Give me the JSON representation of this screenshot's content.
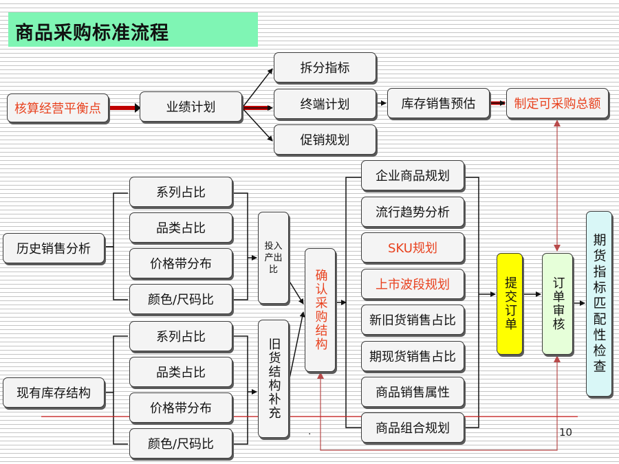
{
  "title": "商品采购标准流程",
  "row1": {
    "balance": "核算经营平衡点",
    "plan": "业绩计划",
    "split": "拆分指标",
    "terminal": "终端计划",
    "promo": "促销规划",
    "inventory_forecast": "库存销售预估",
    "purchase_total": "制定可采购总额"
  },
  "history": {
    "label": "历史销售分析",
    "items": [
      "系列占比",
      "品类占比",
      "价格带分布",
      "颜色/尺码比"
    ]
  },
  "stock": {
    "label": "现有库存结构",
    "items": [
      "系列占比",
      "品类占比",
      "价格带分布",
      "颜色/尺码比"
    ]
  },
  "io_ratio": "投入产出比",
  "old_stock": "旧货结构补充",
  "confirm": "确认采购结构",
  "planning": [
    "企业商品规划",
    "流行趋势分析",
    "SKU规划",
    "上市波段规划",
    "新旧货销售占比",
    "期现货销售占比",
    "商品销售属性",
    "商品组合规划"
  ],
  "submit_order": "提交订单",
  "order_review": "订单审核",
  "futures_check": "期货指标匹配性检查",
  "page_number": "10",
  "footer_dot": ".",
  "colors": {
    "title_bg": "#7ff5b4",
    "accent_red": "#e8421f",
    "submit_bg": "#ffff00",
    "review_bg": "#e6ffd9",
    "check_bg": "#d9f7f7"
  }
}
